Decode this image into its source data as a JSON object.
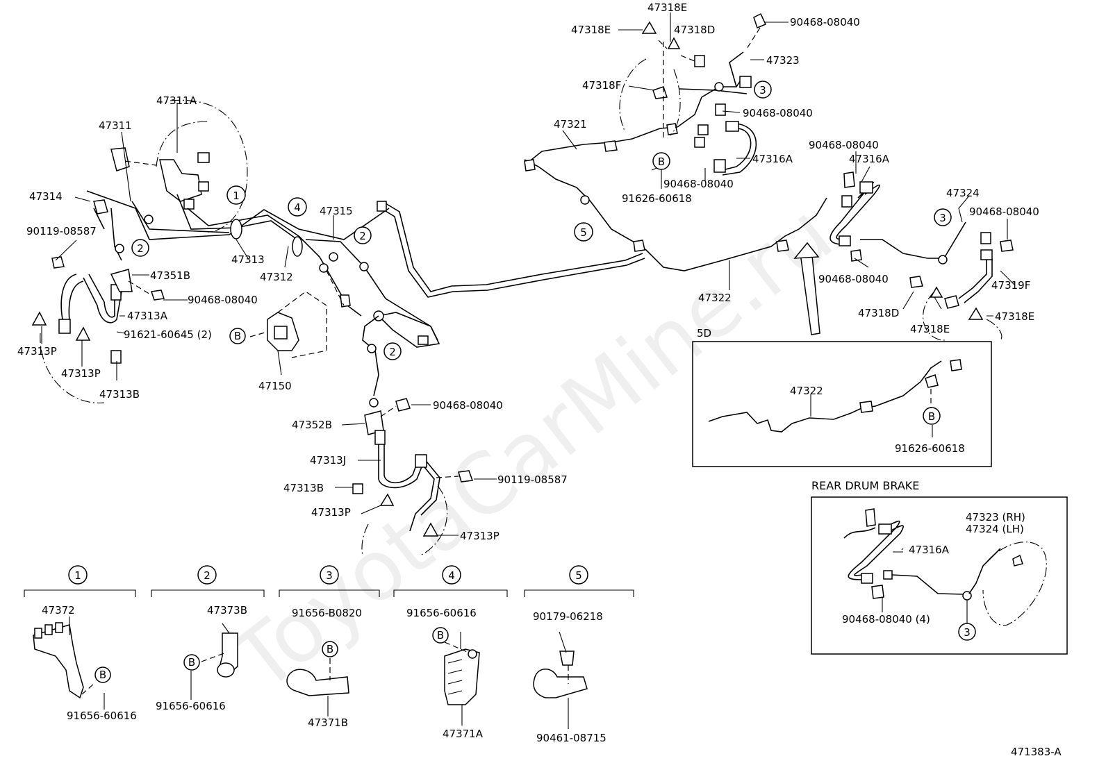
{
  "watermark": "ToyotaCarMine.ru",
  "diagram_code": "471383-A",
  "callouts": {
    "one": "1",
    "two": "2",
    "three": "3",
    "four": "4",
    "five": "5",
    "b": "B"
  },
  "labels": {
    "p47318E_top": "47318E",
    "p47318E_left": "47318E",
    "p47318D_top": "47318D",
    "p90468_top": "90468-08040",
    "p47323": "47323",
    "p47318F": "47318F",
    "p90468_mid1": "90468-08040",
    "p47321": "47321",
    "p47316A_top": "47316A",
    "p90468_mid2": "90468-08040",
    "p91626_top": "91626-60618",
    "p47311A": "47311A",
    "p47311": "47311",
    "p47314": "47314",
    "p90119_left": "90119-08587",
    "p47313": "47313",
    "p47312": "47312",
    "p47315": "47315",
    "p47351B": "47351B",
    "p90468_left": "90468-08040",
    "p47313A": "47313A",
    "p91621": "91621-60645 (2)",
    "p47313P_left": "47313P",
    "p47313P_mid": "47313P",
    "p47313B_left": "47313B",
    "p47150": "47150",
    "p90468_r1": "90468-08040",
    "p47316A_r": "47316A",
    "p47324": "47324",
    "p90468_r2": "90468-08040",
    "p47322": "47322",
    "p90468_r3": "90468-08040",
    "p47319F": "47319F",
    "p47318D_r": "47318D",
    "p47318E_r1": "47318E",
    "p47318E_r2": "47318E",
    "p90468_c": "90468-08040",
    "p47352B": "47352B",
    "p47313J": "47313J",
    "p90119_c": "90119-08587",
    "p47313B_c": "47313B",
    "p47313P_c1": "47313P",
    "p47313P_c2": "47313P"
  },
  "inset_5d": {
    "title": "5D",
    "part": "47322",
    "clip": "91626-60618"
  },
  "inset_rear": {
    "title": "REAR DRUM BRAKE",
    "rh": "47323 (RH)",
    "lh": "47324 (LH)",
    "hose": "47316A",
    "clip": "90468-08040 (4)"
  },
  "details": {
    "d1": {
      "part": "47372",
      "clip": "91656-60616"
    },
    "d2": {
      "part": "47373B",
      "clip": "91656-60616"
    },
    "d3": {
      "top": "91656-B0820",
      "part": "47371B"
    },
    "d4": {
      "top": "91656-60616",
      "part": "47371A"
    },
    "d5": {
      "top": "90179-06218",
      "part": "90461-08715"
    }
  }
}
